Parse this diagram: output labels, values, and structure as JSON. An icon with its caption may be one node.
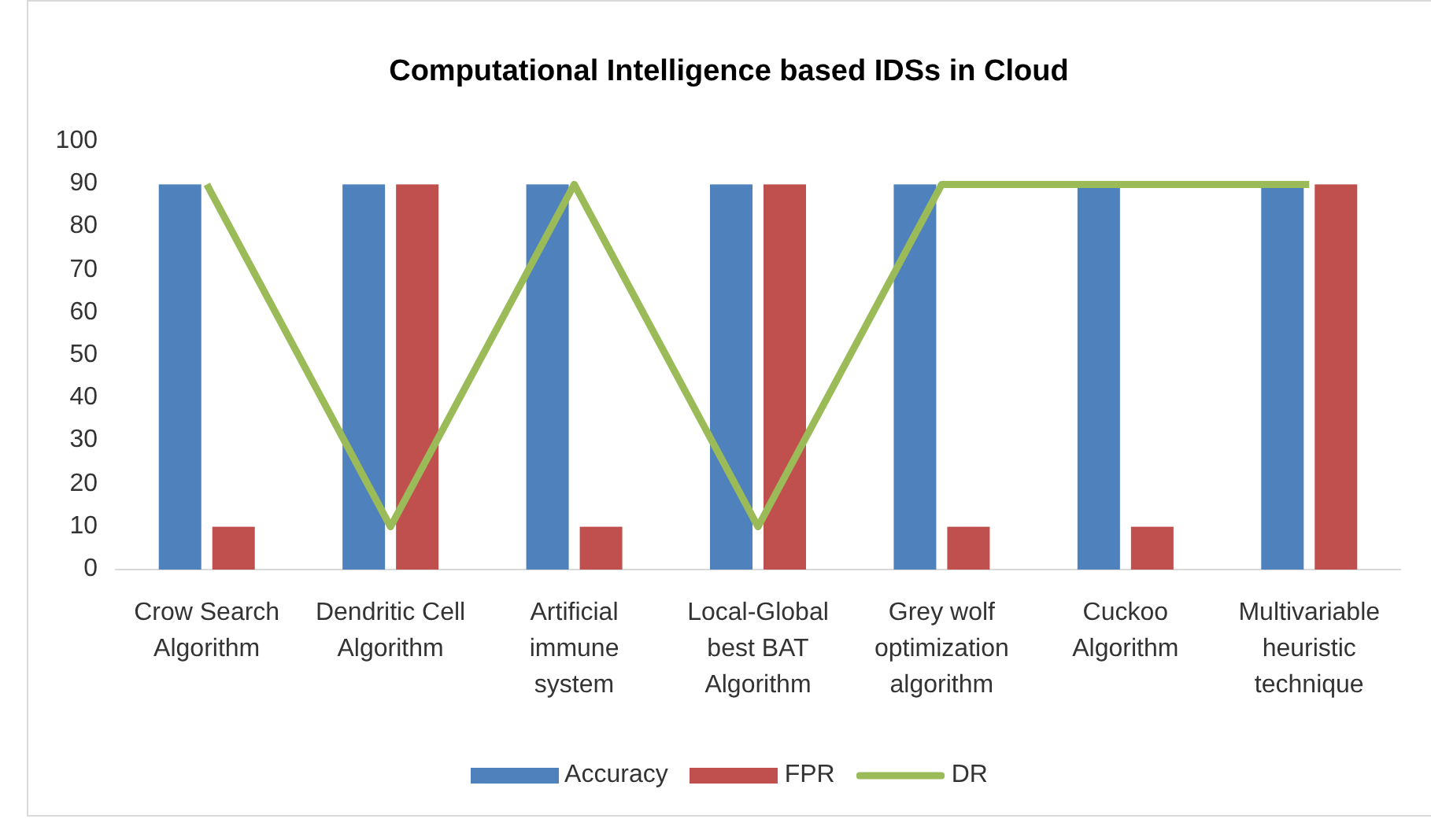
{
  "diagram": {
    "chart_data": {
      "type": "bar",
      "title": "Computational Intelligence based IDSs in Cloud",
      "categories": [
        "Crow Search Algorithm",
        "Dendritic Cell Algorithm",
        "Artificial immune system",
        "Local-Global best BAT Algorithm",
        "Grey wolf optimization algorithm",
        "Cuckoo Algorithm",
        "Multivariable heuristic technique"
      ],
      "series": [
        {
          "name": "Accuracy",
          "color": "#4f81bd",
          "values": [
            90,
            90,
            90,
            90,
            90,
            90,
            90
          ]
        },
        {
          "name": "FPR",
          "color": "#c0504d",
          "values": [
            10,
            90,
            10,
            90,
            10,
            10,
            90
          ]
        },
        {
          "name": "DR",
          "color": "#9bbb59",
          "values": [
            90,
            10,
            90,
            10,
            90,
            90,
            90
          ],
          "type": "line"
        }
      ],
      "ylim": [
        0,
        100
      ],
      "legend": "bottom",
      "yticks": [
        0,
        10,
        20,
        30,
        40,
        50,
        60,
        70,
        80,
        90,
        100
      ]
    }
  }
}
